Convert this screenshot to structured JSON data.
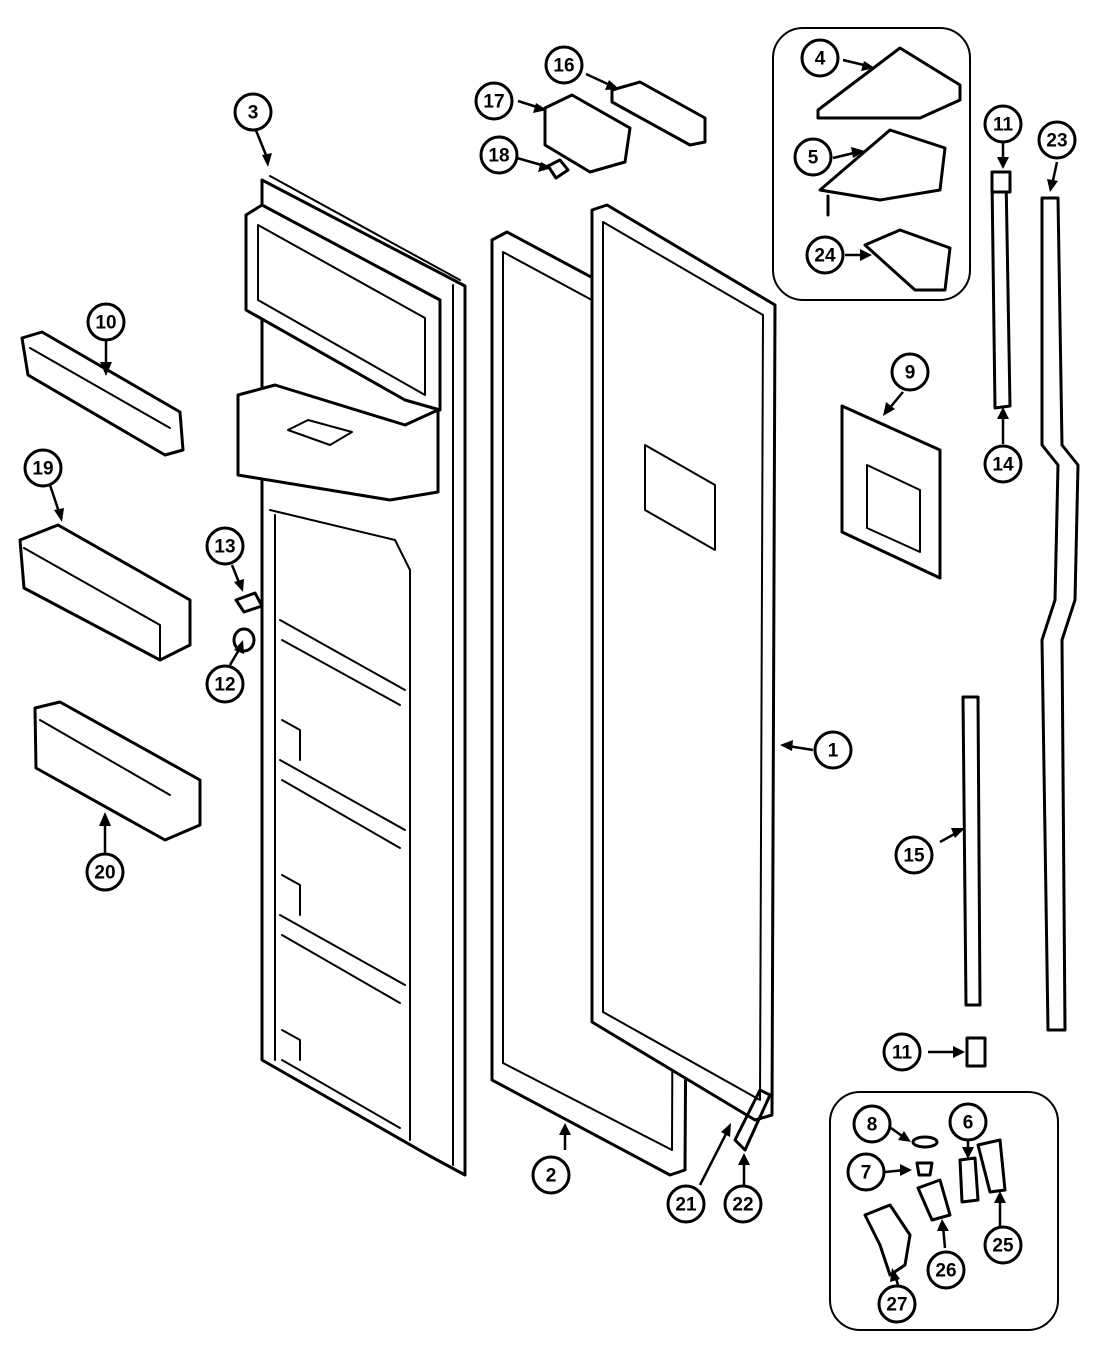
{
  "callouts": {
    "c1": "1",
    "c2": "2",
    "c3": "3",
    "c4": "4",
    "c5": "5",
    "c6": "6",
    "c7": "7",
    "c8": "8",
    "c9": "9",
    "c10": "10",
    "c11a": "11",
    "c11b": "11",
    "c12": "12",
    "c13": "13",
    "c14": "14",
    "c15": "15",
    "c16": "16",
    "c17": "17",
    "c18": "18",
    "c19": "19",
    "c20": "20",
    "c21": "21",
    "c22": "22",
    "c23": "23",
    "c24": "24",
    "c25": "25",
    "c26": "26",
    "c27": "27"
  },
  "colors": {
    "line": "#000000",
    "background": "#ffffff"
  }
}
